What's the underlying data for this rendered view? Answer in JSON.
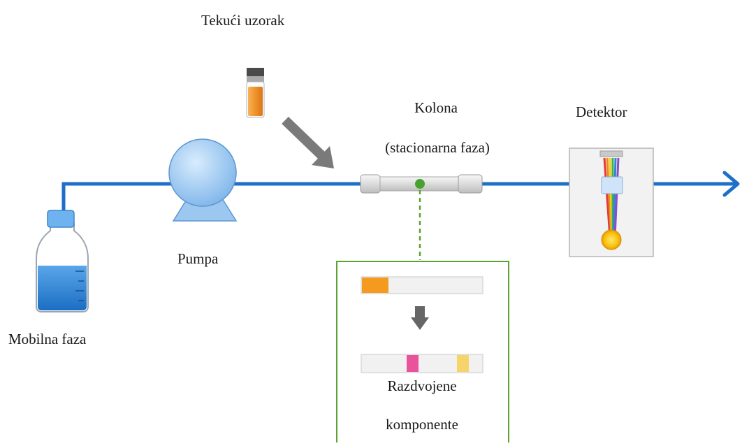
{
  "labels": {
    "sample": "Tekući uzorak",
    "column_line1": "Kolona",
    "column_line2": "(stacionarna faza)",
    "detector": "Detektor",
    "pump": "Pumpa",
    "mobile_phase": "Mobilna faza",
    "separated_line1": "Razdvojene",
    "separated_line2": "komponente"
  },
  "colors": {
    "flow_line": "#1e6fc8",
    "arrow_gray": "#7a7a7a",
    "inset_border": "#5aa332",
    "sample_orange": "#f39a1f",
    "band_pink": "#e9539b",
    "band_yellow": "#f7d46a",
    "pump_blue": "#9cc7f0",
    "bottle_liquid": "#2f86d6"
  }
}
